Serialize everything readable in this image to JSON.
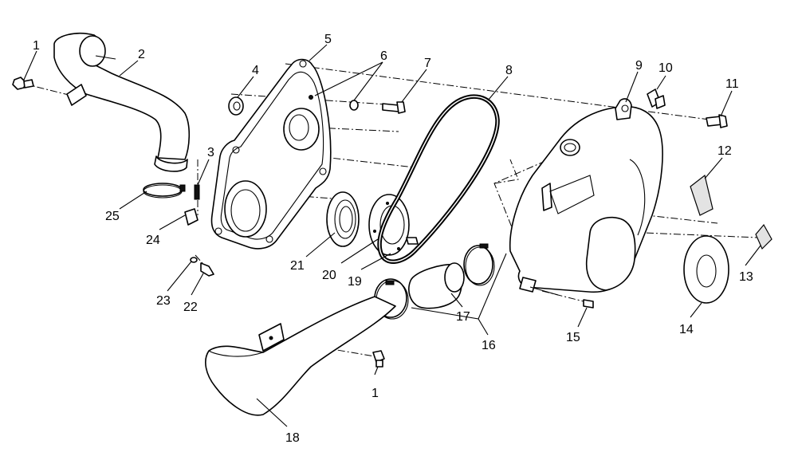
{
  "callouts": [
    {
      "id": "c1a",
      "text": "1"
    },
    {
      "id": "c2",
      "text": "2"
    },
    {
      "id": "c3",
      "text": "3"
    },
    {
      "id": "c4",
      "text": "4"
    },
    {
      "id": "c5",
      "text": "5"
    },
    {
      "id": "c6",
      "text": "6"
    },
    {
      "id": "c7",
      "text": "7"
    },
    {
      "id": "c8",
      "text": "8"
    },
    {
      "id": "c9",
      "text": "9"
    },
    {
      "id": "c10",
      "text": "10"
    },
    {
      "id": "c11",
      "text": "11"
    },
    {
      "id": "c12",
      "text": "12"
    },
    {
      "id": "c13",
      "text": "13"
    },
    {
      "id": "c14",
      "text": "14"
    },
    {
      "id": "c15",
      "text": "15"
    },
    {
      "id": "c16",
      "text": "16"
    },
    {
      "id": "c17",
      "text": "17"
    },
    {
      "id": "c18",
      "text": "18"
    },
    {
      "id": "c19",
      "text": "19"
    },
    {
      "id": "c20",
      "text": "20"
    },
    {
      "id": "c21",
      "text": "21"
    },
    {
      "id": "c22",
      "text": "22"
    },
    {
      "id": "c23",
      "text": "23"
    },
    {
      "id": "c24",
      "text": "24"
    },
    {
      "id": "c25",
      "text": "25"
    },
    {
      "id": "c1b",
      "text": "1"
    }
  ]
}
